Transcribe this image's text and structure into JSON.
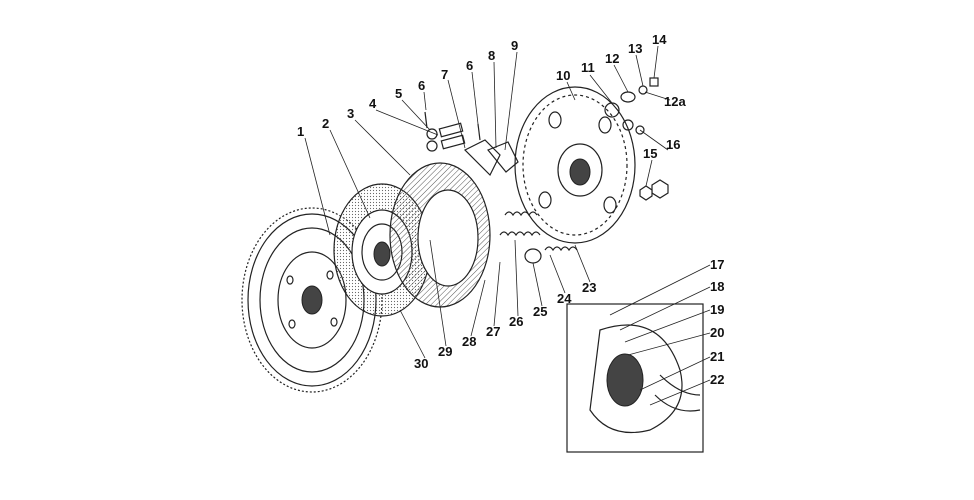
{
  "diagram": {
    "part_labels": [
      "1",
      "2",
      "3",
      "4",
      "5",
      "6",
      "6",
      "7",
      "8",
      "9",
      "10",
      "11",
      "12",
      "13",
      "14",
      "12a",
      "15",
      "16",
      "17",
      "18",
      "19",
      "20",
      "21",
      "22",
      "23",
      "24",
      "25",
      "26",
      "27",
      "28",
      "29",
      "30"
    ]
  }
}
